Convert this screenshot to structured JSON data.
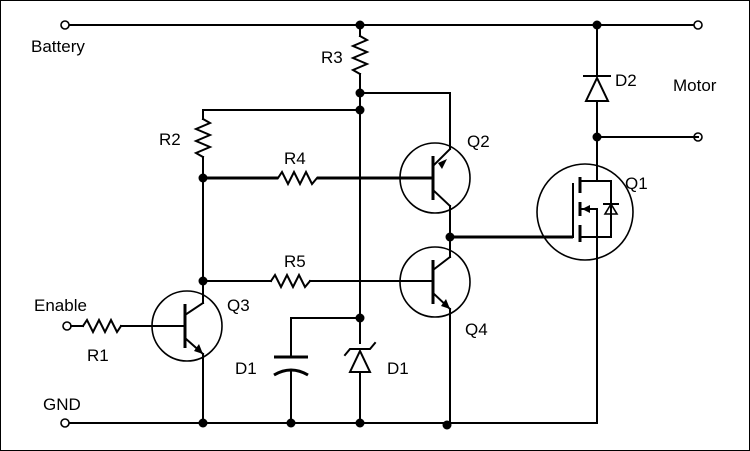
{
  "labels": {
    "battery": "Battery",
    "gnd": "GND",
    "enable": "Enable",
    "motor": "Motor",
    "r1": "R1",
    "r2": "R2",
    "r3": "R3",
    "r4": "R4",
    "r5": "R5",
    "q1": "Q1",
    "q2": "Q2",
    "q3": "Q3",
    "q4": "Q4",
    "d1_cap": "D1",
    "d1_zener": "D1",
    "d2": "D2"
  },
  "colors": {
    "ink": "#000000",
    "background": "#ffffff"
  }
}
